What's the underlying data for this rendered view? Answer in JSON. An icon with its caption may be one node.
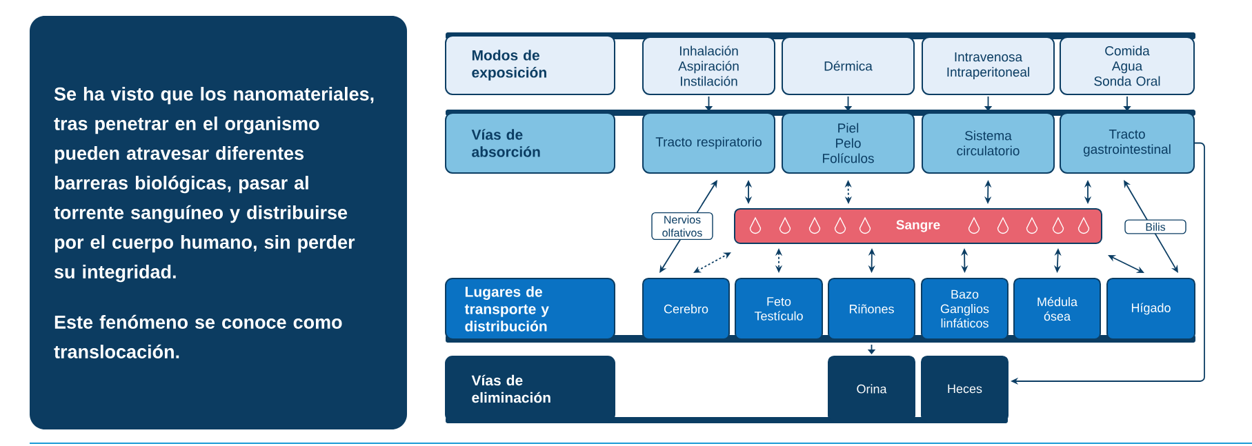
{
  "diagram": {
    "nodes": [
      {
        "text": [
          "Se ha visto que los nanomateriales, tras penetrar en el organismo pueden atravesar diferentes barreras biológicas, pasar al torrente sanguíneo y distribuirse por el cuerpo humano, sin perder su integridad.",
          "Este fenómeno se conoce como translocación."
        ]
      },
      {
        "text": [
          "Modos de exposición"
        ]
      },
      {
        "text": [
          "Inhalación",
          "Aspiración",
          "Instilación"
        ]
      },
      {
        "text": [
          "Dérmica"
        ]
      },
      {
        "text": [
          "Intravenosa Intraperitoneal"
        ]
      },
      {
        "text": [
          "Comida",
          "Agua",
          "Sonda Oral"
        ]
      },
      {
        "text": [
          "Vías de absorción"
        ]
      },
      {
        "text": [
          "Tracto respiratorio"
        ]
      },
      {
        "text": [
          "Piel",
          "Pelo",
          "Folículos"
        ]
      },
      {
        "text": [
          "Sistema circulatorio"
        ]
      },
      {
        "text": [
          "Tracto gastrointestinal"
        ]
      },
      {
        "text": [
          "Sangre"
        ]
      },
      {
        "text": [
          "Lugares de transporte y distribución"
        ]
      },
      {
        "text": [
          "Cerebro"
        ]
      },
      {
        "text": [
          "Feto",
          "Testículo"
        ]
      },
      {
        "text": [
          "Riñones"
        ]
      },
      {
        "text": [
          "Bazo",
          "Ganglios linfáticos"
        ]
      },
      {
        "text": [
          "Médula ósea"
        ]
      },
      {
        "text": [
          "Hígado"
        ]
      },
      {
        "text": [
          "Vías de eliminación"
        ]
      },
      {
        "text": [
          "Orina"
        ]
      },
      {
        "text": [
          "Heces"
        ]
      }
    ],
    "edges": [
      {
        "from": 2,
        "to": 7,
        "arrow": "to"
      },
      {
        "from": 3,
        "to": 8,
        "arrow": "to"
      },
      {
        "from": 4,
        "to": 9,
        "arrow": "to"
      },
      {
        "from": 5,
        "to": 10,
        "arrow": "to"
      },
      {
        "from": 13,
        "to": 7,
        "arrow": "both",
        "label": "Nervios olfativos"
      },
      {
        "from": 13,
        "to": 11,
        "arrow": "both",
        "style": "dashed"
      },
      {
        "from": 7,
        "to": 11,
        "arrow": "both"
      },
      {
        "from": 8,
        "to": 11,
        "arrow": "both",
        "style": "dashed"
      },
      {
        "from": 9,
        "to": 11,
        "arrow": "both"
      },
      {
        "from": 10,
        "to": 11,
        "arrow": "both"
      },
      {
        "from": 18,
        "to": 10,
        "arrow": "both",
        "label": "Bilis"
      },
      {
        "from": 11,
        "to": 14,
        "arrow": "both",
        "style": "dashed"
      },
      {
        "from": 11,
        "to": 15,
        "arrow": "both"
      },
      {
        "from": 11,
        "to": 16,
        "arrow": "both"
      },
      {
        "from": 11,
        "to": 17,
        "arrow": "both"
      },
      {
        "from": 11,
        "to": 18,
        "arrow": "both"
      },
      {
        "from": 15,
        "to": 20,
        "arrow": "to"
      },
      {
        "from": 10,
        "to": 21,
        "arrow": "to"
      }
    ]
  }
}
